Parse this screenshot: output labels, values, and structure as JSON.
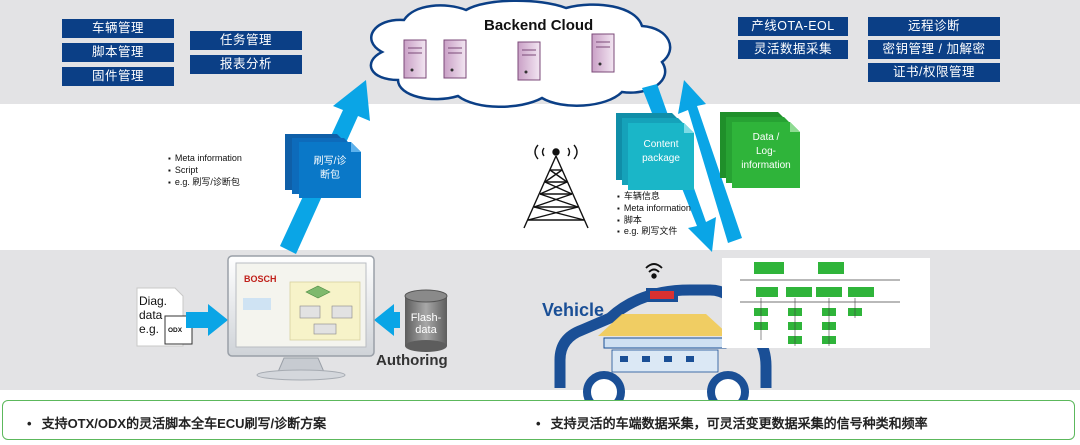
{
  "top_left_tags": [
    "车辆管理",
    "脚本管理",
    "固件管理",
    "任务管理",
    "报表分析"
  ],
  "top_right_tags": [
    "产线OTA-EOL",
    "灵活数据采集",
    "远程诊断",
    "密钥管理 / 加解密",
    "证书/权限管理"
  ],
  "cloud_title": "Backend Cloud",
  "flash_package_label": [
    "刷写/诊",
    "断包"
  ],
  "left_bullets": [
    "Meta information",
    "Script",
    "e.g. 刷写/诊断包"
  ],
  "content_package_label": [
    "Content",
    "package"
  ],
  "content_bullets": [
    "车辆信息",
    "Meta information",
    "脚本",
    "e.g. 刷写文件"
  ],
  "data_package_label": [
    "Data /",
    "Log-",
    "information"
  ],
  "diag_data_text": [
    "Diag.",
    "data",
    "e.g."
  ],
  "odx_label": "ODX",
  "bosch_label": "BOSCH",
  "flash_data_label": [
    "Flash-",
    "data"
  ],
  "authoring_label": "Authoring",
  "vehicle_label": "Vehicle",
  "bottom_points": [
    "支持OTX/ODX的灵活脚本全车ECU刷写/诊断方案",
    "支持灵活的车端数据采集，可灵活变更数据采集的信号种类和频率"
  ],
  "colors": {
    "tag_blue": "#0b3f86",
    "arrow_blue": "#0aa5e6",
    "package_blue": "#0a78c8",
    "content_teal": "#1ab6c8",
    "data_green": "#2fb43a",
    "band_gray": "#e3e3e5",
    "vehicle_blue": "#1a4f96",
    "border_green": "#5cb85c"
  }
}
